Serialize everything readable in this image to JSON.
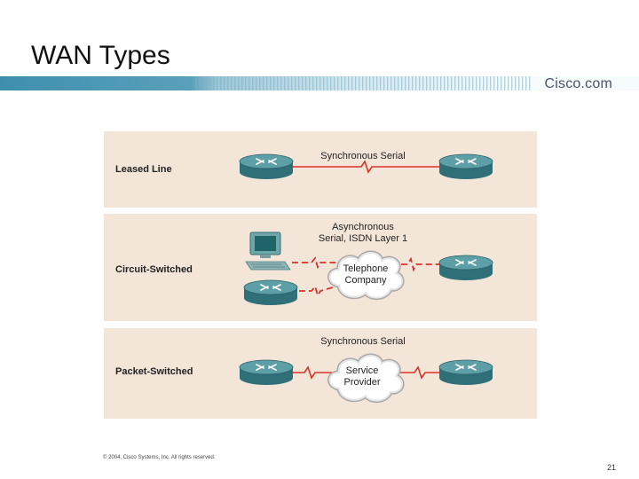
{
  "slide": {
    "title": "WAN Types",
    "brand": "Cisco.com",
    "footer": "© 2004, Cisco Systems, Inc. All rights reserved.",
    "page_number": "21"
  },
  "rows": [
    {
      "label": "Leased Line",
      "link_label": "Synchronous Serial"
    },
    {
      "label": "Circuit-Switched",
      "link_label_line1": "Asynchronous",
      "link_label_line2": "Serial, ISDN Layer 1",
      "cloud_line1": "Telephone",
      "cloud_line2": "Company"
    },
    {
      "label": "Packet-Switched",
      "link_label": "Synchronous Serial",
      "cloud_line1": "Service",
      "cloud_line2": "Provider"
    }
  ],
  "colors": {
    "panel": "#f4e5d9",
    "link": "#d8312a",
    "router_top": "#5d9fa6",
    "router_side": "#2f6f78",
    "header_bar": "#3d8fae"
  },
  "icons": [
    "router-icon",
    "pc-icon",
    "cloud-icon"
  ]
}
